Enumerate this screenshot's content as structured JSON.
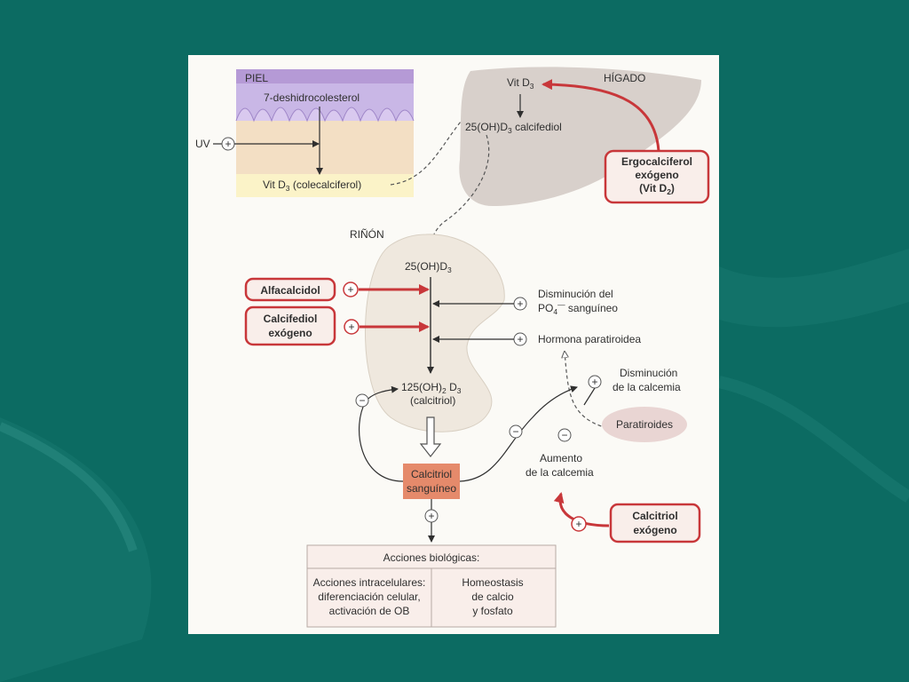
{
  "colors": {
    "background": "#0c6b62",
    "panel": "#fbfaf6",
    "accent_red": "#c8373a",
    "box_fill": "#f9eeea",
    "calcitriol_box": "#e58a6b"
  },
  "skin": {
    "title": "PIEL",
    "precursor": "7-deshidrocolesterol",
    "uv": "UV",
    "product_prefix": "Vit D",
    "product_sub": "3",
    "product_suffix": " (colecalciferol)"
  },
  "liver": {
    "title": "HÍGADO",
    "vit_prefix": "Vit D",
    "vit_sub": "3",
    "product_prefix": "25(OH)D",
    "product_sub": "3",
    "product_suffix": " calcifediol"
  },
  "exogenous_liver": {
    "line1": "Ergocalciferol",
    "line2": "exógeno",
    "line3_prefix": "(Vit D",
    "line3_sub": "2",
    "line3_suffix": ")"
  },
  "kidney": {
    "title": "RIÑÓN",
    "substrate_prefix": "25(OH)D",
    "substrate_sub": "3",
    "product_prefix": "125(OH)",
    "product_sub1": "2",
    "product_mid": " D",
    "product_sub2": "3",
    "product_line2": "(calcitriol)"
  },
  "drugs": {
    "alfacalcidol": "Alfacalcidol",
    "calcifediol_line1": "Calcifediol",
    "calcifediol_line2": "exógeno",
    "calcitriol_line1": "Calcitriol",
    "calcitriol_line2": "exógeno"
  },
  "regulators": {
    "phosphate_line1": "Disminución del",
    "phosphate_line2_prefix": "PO",
    "phosphate_line2_sub": "4",
    "phosphate_line2_sup": "—",
    "phosphate_line2_suffix": " sanguíneo",
    "pth": "Hormona paratiroidea",
    "low_ca_line1": "Disminución",
    "low_ca_line2": "de la calcemia",
    "parathyroid": "Paratiroides",
    "high_ca_line1": "Aumento",
    "high_ca_line2": "de la calcemia"
  },
  "blood": {
    "line1": "Calcitriol",
    "line2": "sanguíneo"
  },
  "actions": {
    "title": "Acciones biológicas:",
    "left": [
      "Acciones intracelulares:",
      "diferenciación celular,",
      "activación de OB"
    ],
    "right": [
      "Homeostasis",
      "de calcio",
      "y fosfato"
    ]
  },
  "signs": {
    "plus": "+",
    "minus": "−"
  }
}
